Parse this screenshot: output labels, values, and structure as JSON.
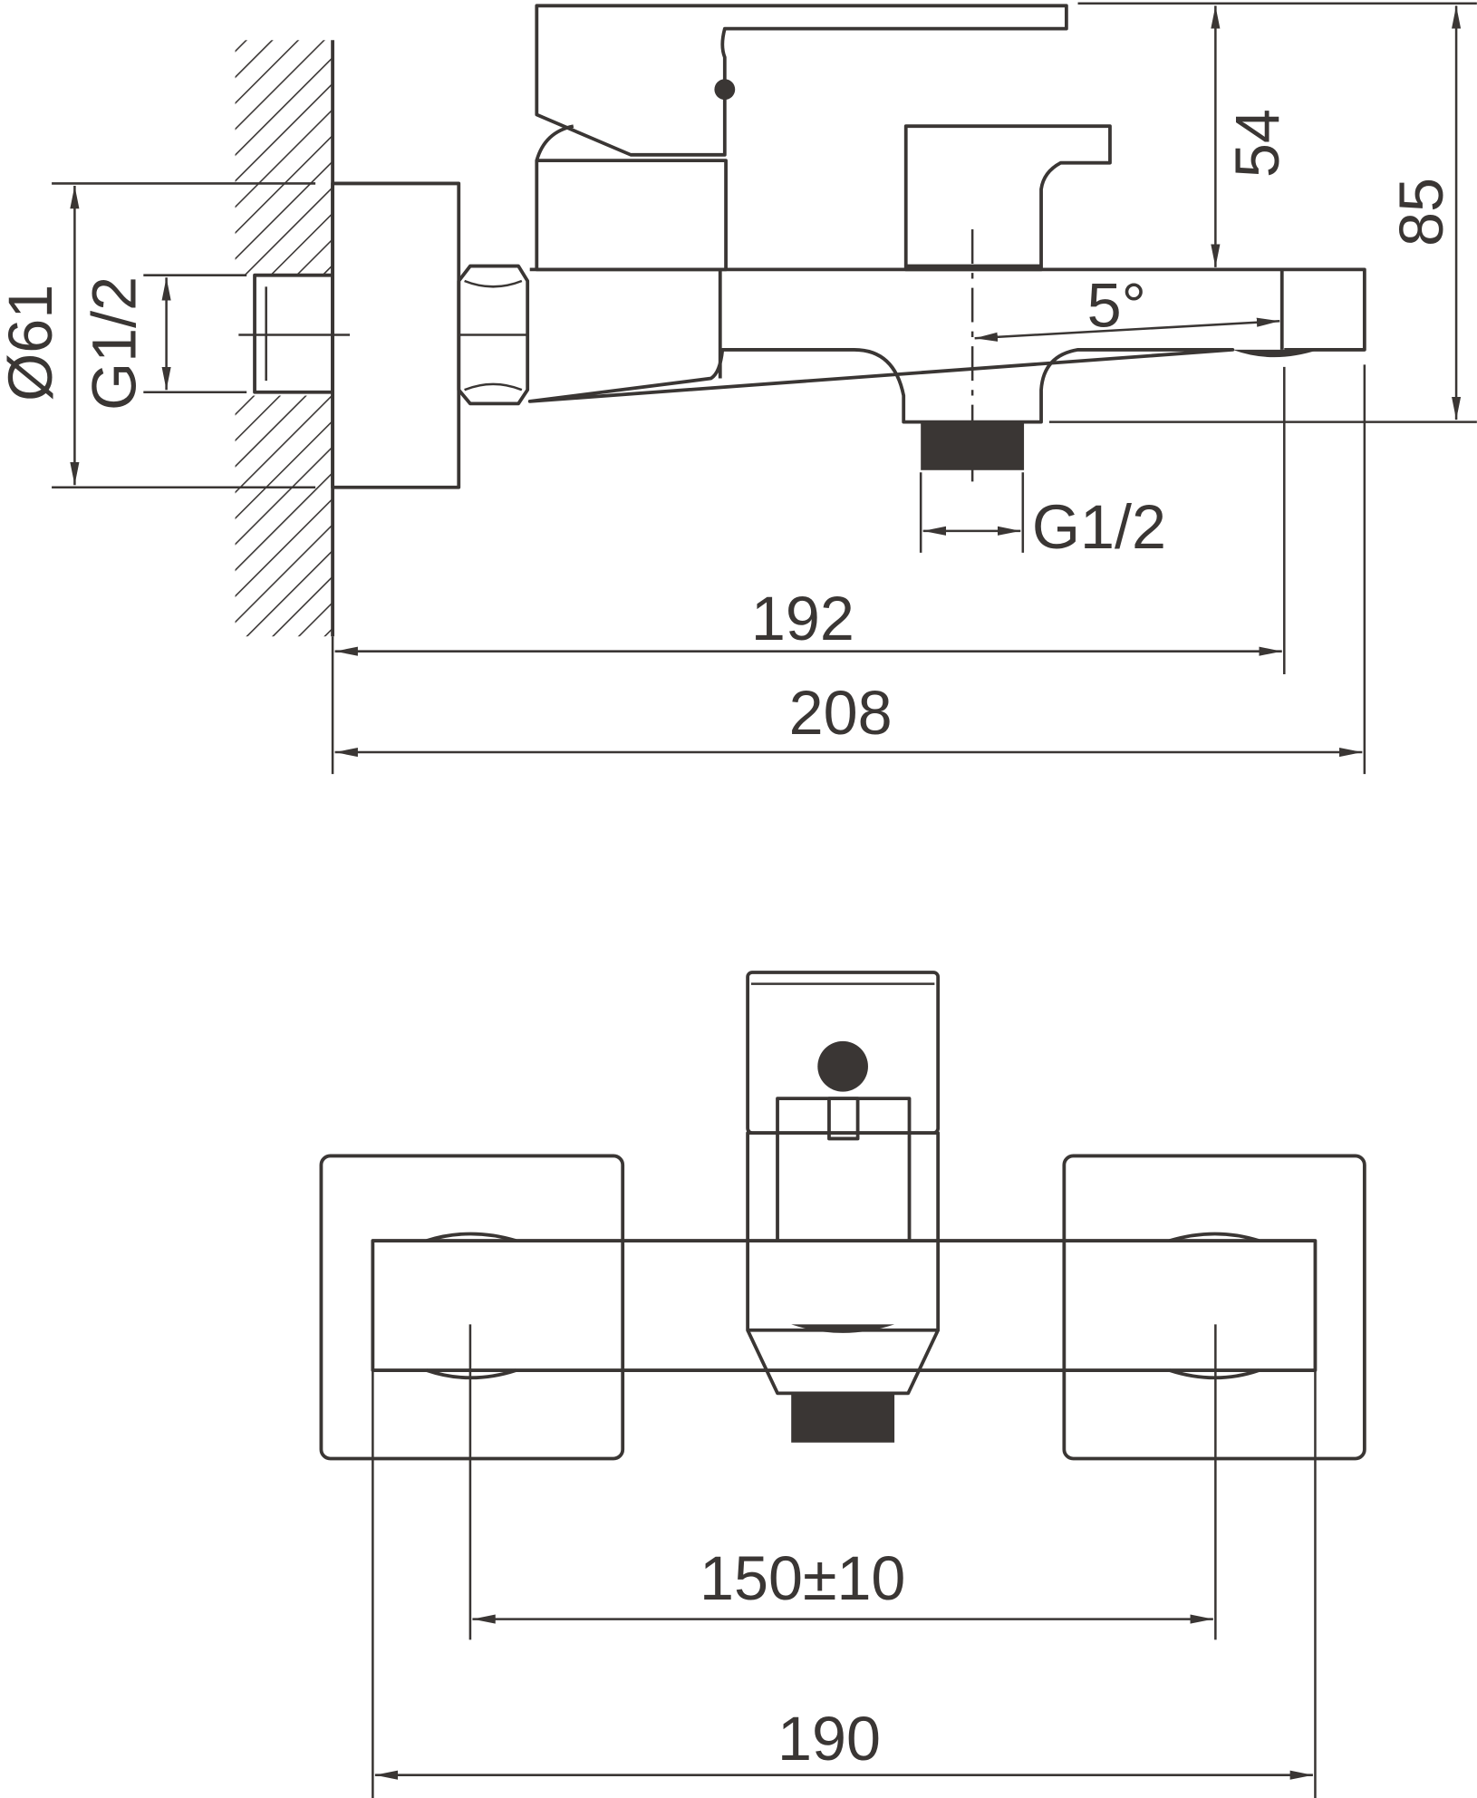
{
  "drawing": {
    "side_view": {
      "dimensions": {
        "wall_plate_diameter": "Ø61",
        "inlet_thread": "G1/2",
        "outlet_thread": "G1/2",
        "handle_height": "54",
        "total_height": "85",
        "spout_angle": "5°",
        "projection_to_spout": "192",
        "total_projection": "208"
      }
    },
    "front_view": {
      "dimensions": {
        "center_distance": "150±10",
        "total_width": "190"
      }
    },
    "colors": {
      "line": "#3a3634",
      "background": "#ffffff"
    }
  }
}
